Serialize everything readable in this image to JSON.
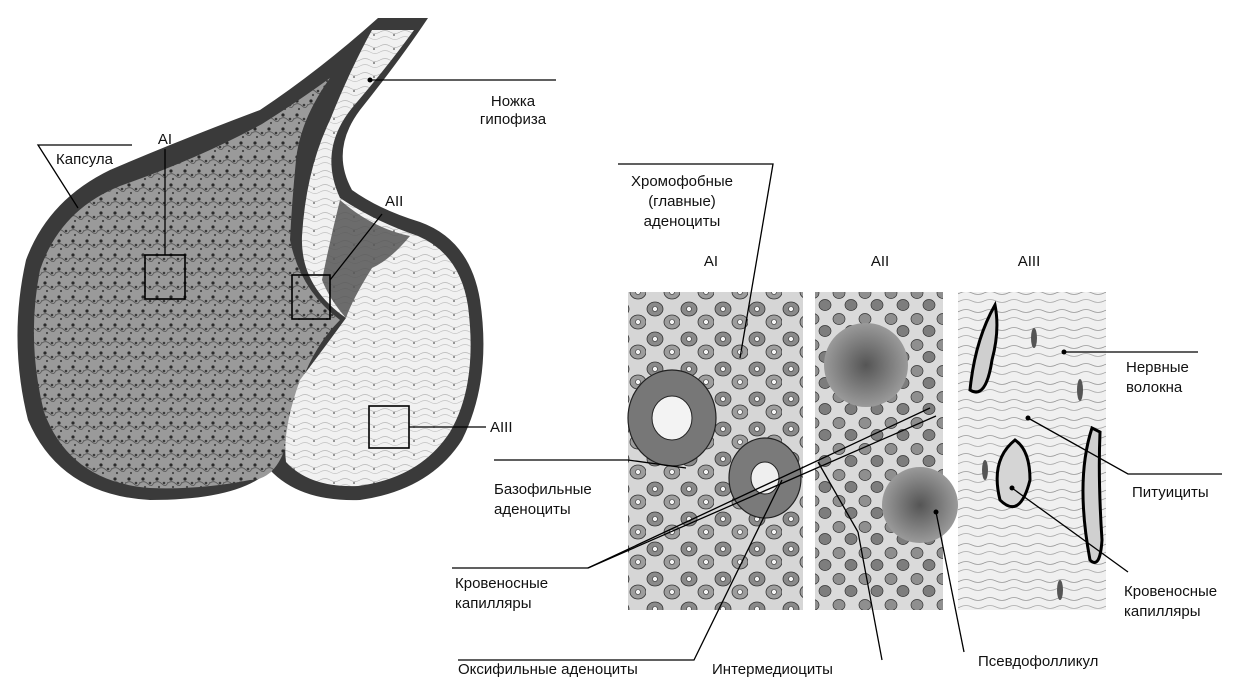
{
  "labels": {
    "nozhka_1": "Ножка",
    "nozhka_2": "гипофиза",
    "kapsula": "Капсула",
    "AI": "AI",
    "AII": "AII",
    "AIII": "AIII",
    "chromophobe_1": "Хромофобные",
    "chromophobe_2": "(главные)",
    "chromophobe_3": "аденоциты",
    "panel_AI": "AI",
    "panel_AII": "AII",
    "panel_AIII": "AIII",
    "nerve_1": "Нервные",
    "nerve_2": "волокна",
    "pituicytes": "Питуициты",
    "basophil_1": "Базофильные",
    "basophil_2": "аденоциты",
    "capillaries_left_1": "Кровеносные",
    "capillaries_left_2": "капилляры",
    "capillaries_right_1": "Кровеносные",
    "capillaries_right_2": "капилляры",
    "oxyphil": "Оксифильные аденоциты",
    "intermediocytes": "Интермедиоциты",
    "pseudofollicle": "Псевдофолликул"
  },
  "colors": {
    "capsule": "#3a3a3a",
    "adenohypophysis": "#8a8a8a",
    "neurohypophysis": "#eeeeee",
    "cells": "#5a5a5a"
  }
}
